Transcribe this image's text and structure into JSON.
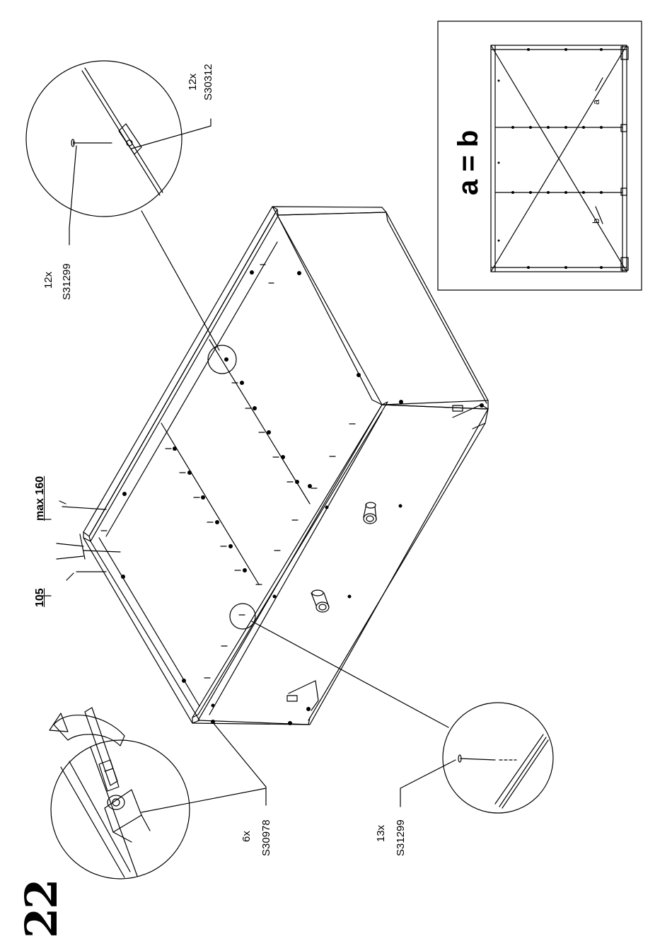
{
  "step": {
    "number": "22"
  },
  "dimensions": {
    "max_label": "max 160",
    "min_label": "105"
  },
  "callouts": {
    "top_right_qty": "12x",
    "top_right_part": "S30312",
    "top_left_qty": "12x",
    "top_left_part": "S31299",
    "bottom_left_qty": "6x",
    "bottom_left_part": "S30978",
    "bottom_right_qty": "13x",
    "bottom_right_part": "S31299"
  },
  "inset": {
    "equation": "a = b",
    "label_a": "a",
    "label_b": "b"
  },
  "icons": [
    "screwdriver-icon",
    "rotation-arrow-icon",
    "nail-icon",
    "bracket-icon",
    "shelf-peg-icon"
  ]
}
